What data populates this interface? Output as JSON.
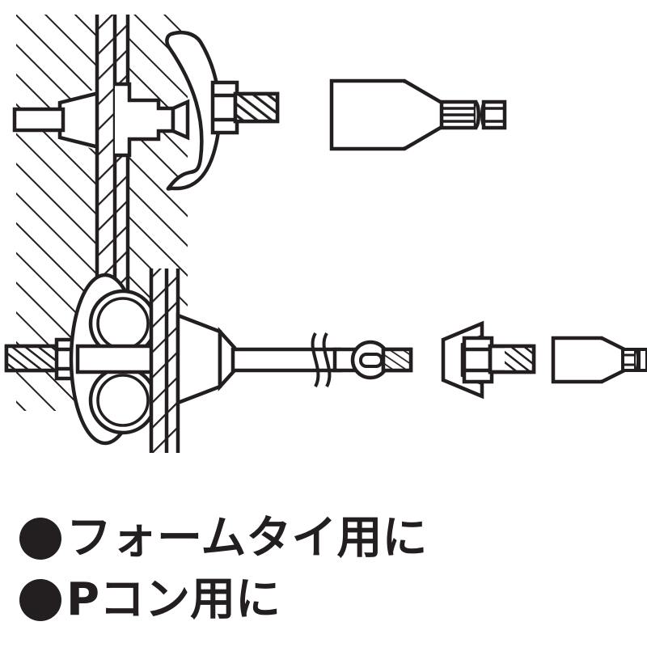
{
  "document": {
    "type": "technical-illustration",
    "subject": "Form-tie and P-cone socket tool usage diagram",
    "background_color": "#ffffff",
    "line_color": "#231f20"
  },
  "captions": [
    {
      "bullet": "filled-circle",
      "text": "フォームタイ用に"
    },
    {
      "bullet": "filled-circle",
      "text": "Pコン用に"
    }
  ],
  "diagrams": [
    {
      "id": "upper",
      "name": "p-cone-installation-section",
      "parts": [
        "concrete-wall-hatched",
        "formwork-panel-hatched",
        "p-cone",
        "tie-rod",
        "stepped-shaft",
        "crescent-handle",
        "hex-nut",
        "threaded-bolt"
      ]
    },
    {
      "id": "upper-tool",
      "name": "socket-tool-large",
      "parts": [
        "socket-body",
        "tapered-neck",
        "hex-shank",
        "shank-groove"
      ]
    },
    {
      "id": "lower",
      "name": "form-tie-assembly-section",
      "parts": [
        "threaded-rod",
        "hex-nut",
        "oval-backing-plate",
        "pipe-ring-upper",
        "pipe-ring-lower",
        "waler-bar",
        "formwork-panel-hatched",
        "p-cone",
        "tie-rod",
        "break-symbol",
        "eye-connector",
        "threaded-end"
      ]
    },
    {
      "id": "lower-tool",
      "name": "socket-tool-small-with-bolt",
      "parts": [
        "socket-opening-chevron",
        "hex-bolt-head",
        "threaded-bolt",
        "socket-body",
        "tapered-neck",
        "hex-shank",
        "shank-groove"
      ]
    }
  ]
}
